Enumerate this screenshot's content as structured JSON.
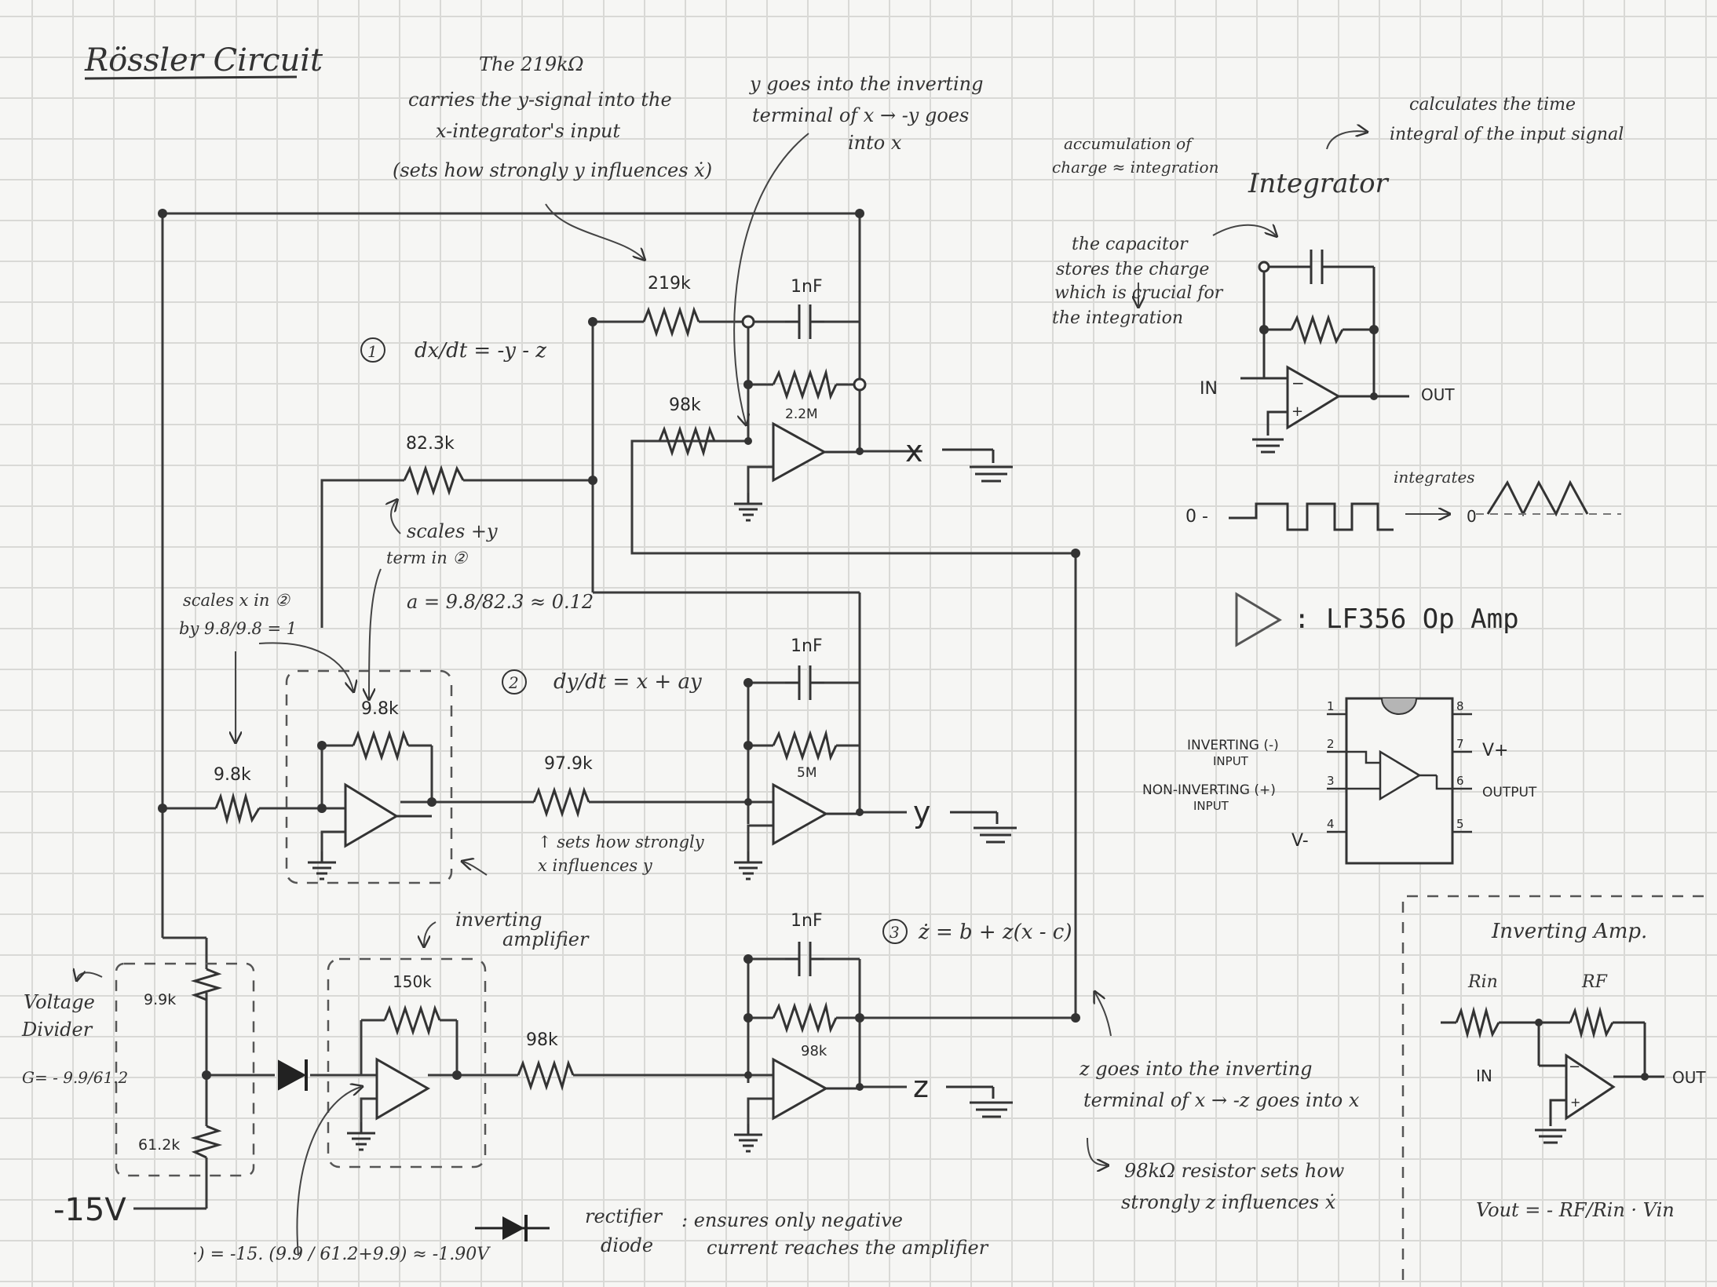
{
  "title": "Rössler Circuit",
  "equations": {
    "eq1_num": "1",
    "eq1": "dx/dt = -y - z",
    "eq2_num": "2",
    "eq2": "dy/dt = x + ay",
    "eq3_num": "3",
    "eq3": "ż = b + z(x - c)",
    "a_eq": "a = 9.8/82.3 ≈ 0.12",
    "g_eq": "G= - 9.9/61.2",
    "v_eq": "·) = -15. (9.9 / 61.2+9.9) ≈ -1.90V"
  },
  "components": {
    "r219": "219k",
    "c1a": "1nF",
    "r22m": "2.2M",
    "r98a": "98k",
    "r823": "82.3k",
    "r98b": "9.8k",
    "r98c": "9.8k",
    "r979": "97.9k",
    "c1b": "1nF",
    "r5m": "5M",
    "c1c": "1nF",
    "r98z": "98k",
    "r150": "150k",
    "r98d": "98k",
    "r99": "9.9k",
    "r612": "61.2k",
    "vin": "-15V"
  },
  "outputs": {
    "x": "x",
    "y": "y",
    "z": "z"
  },
  "annotations": {
    "a219_1": "The 219kΩ",
    "a219_2": "carries the y-signal into the",
    "a219_3": "x-integrator's input",
    "a219_4": "(sets how strongly y influences ẋ)",
    "ay_1": "y goes into the inverting",
    "ay_2": "terminal of x → -y goes",
    "ay_3": "into x",
    "scales_y1": "scales +y",
    "scales_y2": "term in ②",
    "scales_x1": "scales x in ②",
    "scales_x2": "by 9.8/9.8 = 1",
    "sets_x1": "↑ sets how strongly",
    "sets_x2": "x influences y",
    "inv_amp1": "inverting",
    "inv_amp2": "amplifier",
    "vdiv1": "Voltage",
    "vdiv2": "Divider",
    "z_inv1": "z goes into the inverting",
    "z_inv2": "terminal of x → -z goes into x",
    "r98_1": "98kΩ resistor sets how",
    "r98_2": "strongly z influences ẋ",
    "rect1": "rectifier",
    "rect2": "diode",
    "rect3": ": ensures only negative",
    "rect4": "current reaches the amplifier"
  },
  "integrator": {
    "heading": "Integrator",
    "calc1": "calculates the time",
    "calc2": "integral of the input signal",
    "acc1": "accumulation of",
    "acc2": "charge ≈ integration",
    "cap1": "the capacitor",
    "cap2": "stores the charge",
    "cap3": "which is crucial for",
    "cap4": "the integration",
    "in": "IN",
    "out": "OUT",
    "integrates": "integrates",
    "zero1": "0 -",
    "zero2": "0"
  },
  "opamp": {
    "legend": ": LF356 Op Amp",
    "inv1": "INVERTING (-)",
    "inv2": "INPUT",
    "ninv1": "NON-INVERTING (+)",
    "ninv2": "INPUT",
    "vminus": "V-",
    "vplus": "V+",
    "output": "OUTPUT",
    "p1": "1",
    "p2": "2",
    "p3": "3",
    "p4": "4",
    "p5": "5",
    "p6": "6",
    "p7": "7",
    "p8": "8"
  },
  "inverting_amp": {
    "heading": "Inverting Amp.",
    "rin": "Rin",
    "rf": "RF",
    "in": "IN",
    "out": "OUT",
    "formula": "Vout = - RF/Rin · Vin"
  }
}
